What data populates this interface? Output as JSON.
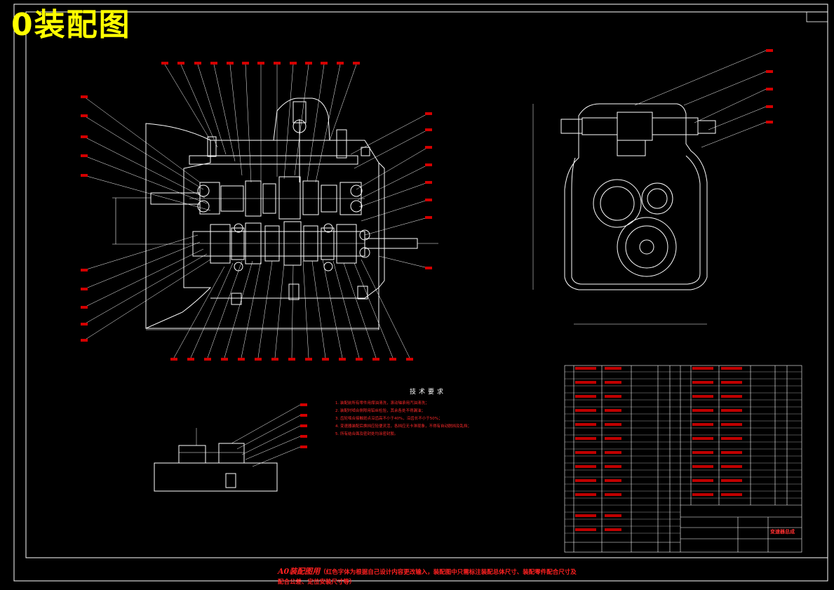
{
  "drawing": {
    "title": "0装配图",
    "tech_requirements": {
      "heading": "技术要求",
      "items": [
        "1. 装配前所有零件用煤油清洗，滚动轴承用汽油清洗；",
        "2. 装配时啮合侧隙用铅丝检验，其余各处不得漏油；",
        "3. 齿轮啮合接触斑点沿齿高不小于40%，沿齿长不小于50%；",
        "4. 变速器装配后换挡应轻便灵活，各挡应无卡滞现象，不得有自动脱挡及乱挡；",
        "5. 所有结合面及密封处均涂密封胶。"
      ]
    },
    "note": {
      "lead": "A0装配图用",
      "text": "（红色字体为根据自己设计内容更改输入，装配图中只需标注装配总体尺寸、装配零件配合尺寸及配合公差、定位安装尺寸等）"
    },
    "title_block": {
      "name": "变速器总成"
    }
  },
  "colors": {
    "background": "#000000",
    "outline": "#ffffff",
    "annotation": "#ff0000",
    "title": "#ffff00"
  }
}
